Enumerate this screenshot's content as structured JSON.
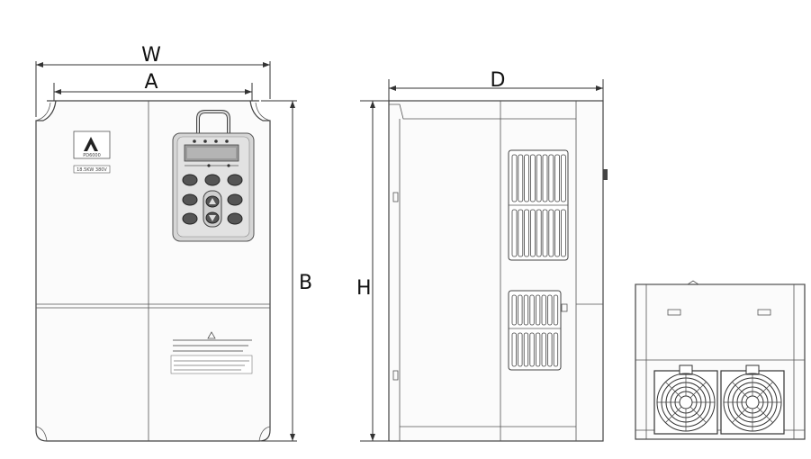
{
  "dimensions": {
    "width_label": "W",
    "mount_width_label": "A",
    "depth_label": "D",
    "mount_height_label": "B",
    "height_label": "H"
  },
  "front_view": {
    "brand_text": "PD6000",
    "rating_text": "18.5KW 380V"
  }
}
